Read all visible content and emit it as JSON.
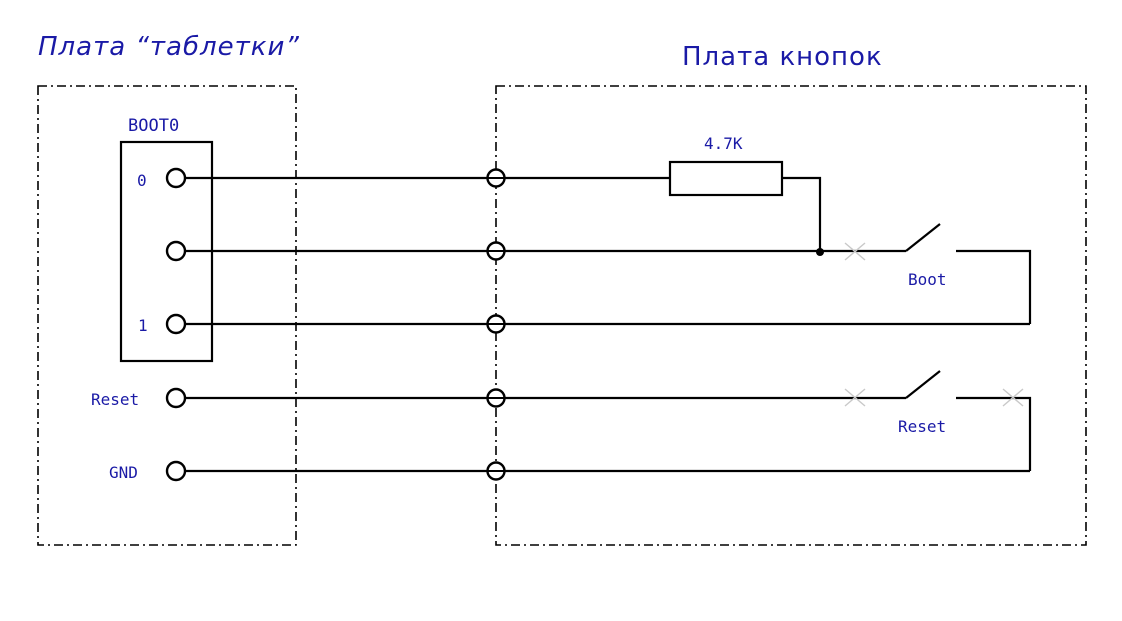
{
  "titles": {
    "left_board": "Плата “таблетки”",
    "right_board": "Плата кнопок"
  },
  "connector": {
    "label": "BOOT0",
    "pin_top": "0",
    "pin_bottom": "1"
  },
  "pins": {
    "reset": "Reset",
    "gnd": "GND"
  },
  "resistor": {
    "value": "4.7K"
  },
  "switches": {
    "boot": "Boot",
    "reset": "Reset"
  },
  "colors": {
    "label": "#1a1aa6",
    "wire": "#000000",
    "unconnected_mark": "#c9c9c9"
  }
}
